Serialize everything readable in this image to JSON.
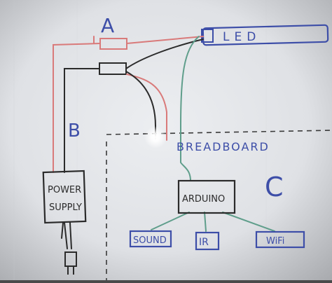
{
  "labels": {
    "a": "A",
    "b": "B",
    "c": "C",
    "led": "LED",
    "breadboard": "BREADBOARD",
    "power_supply_line1": "POWER",
    "power_supply_line2": "SUPPLY",
    "arduino": "ARDUINO",
    "sound": "SOUND",
    "ir": "IR",
    "wifi": "WiFi"
  },
  "colors": {
    "marker_black": "#2b2b2b",
    "marker_red": "#d97a7a",
    "marker_green": "#5f9e8b",
    "marker_blue": "#3d4ea8",
    "whiteboard": "#e4e6ea"
  }
}
